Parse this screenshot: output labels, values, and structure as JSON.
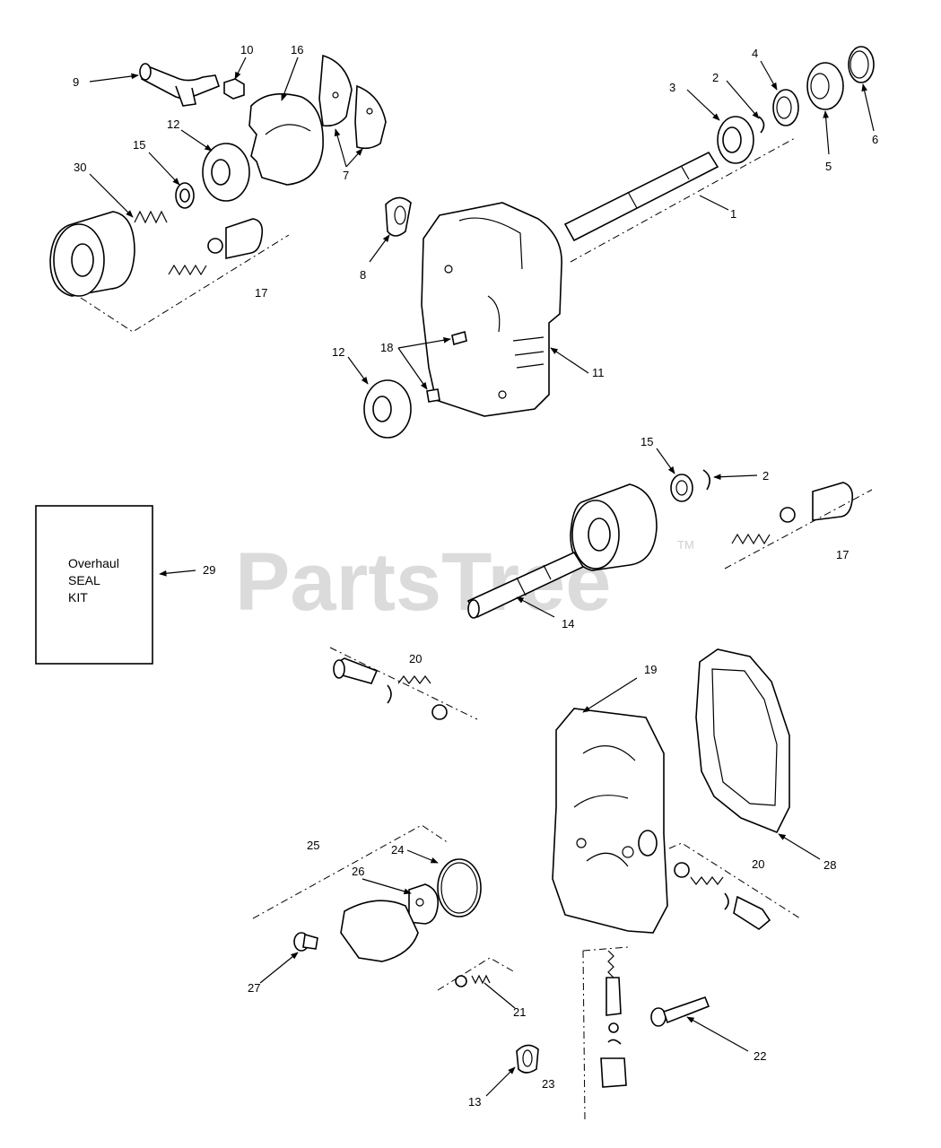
{
  "watermark": {
    "text": "PartsTree",
    "tm": "TM"
  },
  "kit_box": {
    "line1": "Overhaul",
    "line2": "SEAL",
    "line3": "KIT"
  },
  "callouts": {
    "c1": "1",
    "c2a": "2",
    "c2b": "2",
    "c3": "3",
    "c4": "4",
    "c5": "5",
    "c6": "6",
    "c7": "7",
    "c8": "8",
    "c9": "9",
    "c10": "10",
    "c11": "11",
    "c12a": "12",
    "c12b": "12",
    "c13": "13",
    "c14": "14",
    "c15a": "15",
    "c15b": "15",
    "c16": "16",
    "c17a": "17",
    "c17b": "17",
    "c18": "18",
    "c19": "19",
    "c20a": "20",
    "c20b": "20",
    "c21": "21",
    "c22": "22",
    "c23": "23",
    "c24": "24",
    "c25": "25",
    "c26": "26",
    "c27": "27",
    "c28": "28",
    "c29": "29",
    "c30": "30"
  }
}
